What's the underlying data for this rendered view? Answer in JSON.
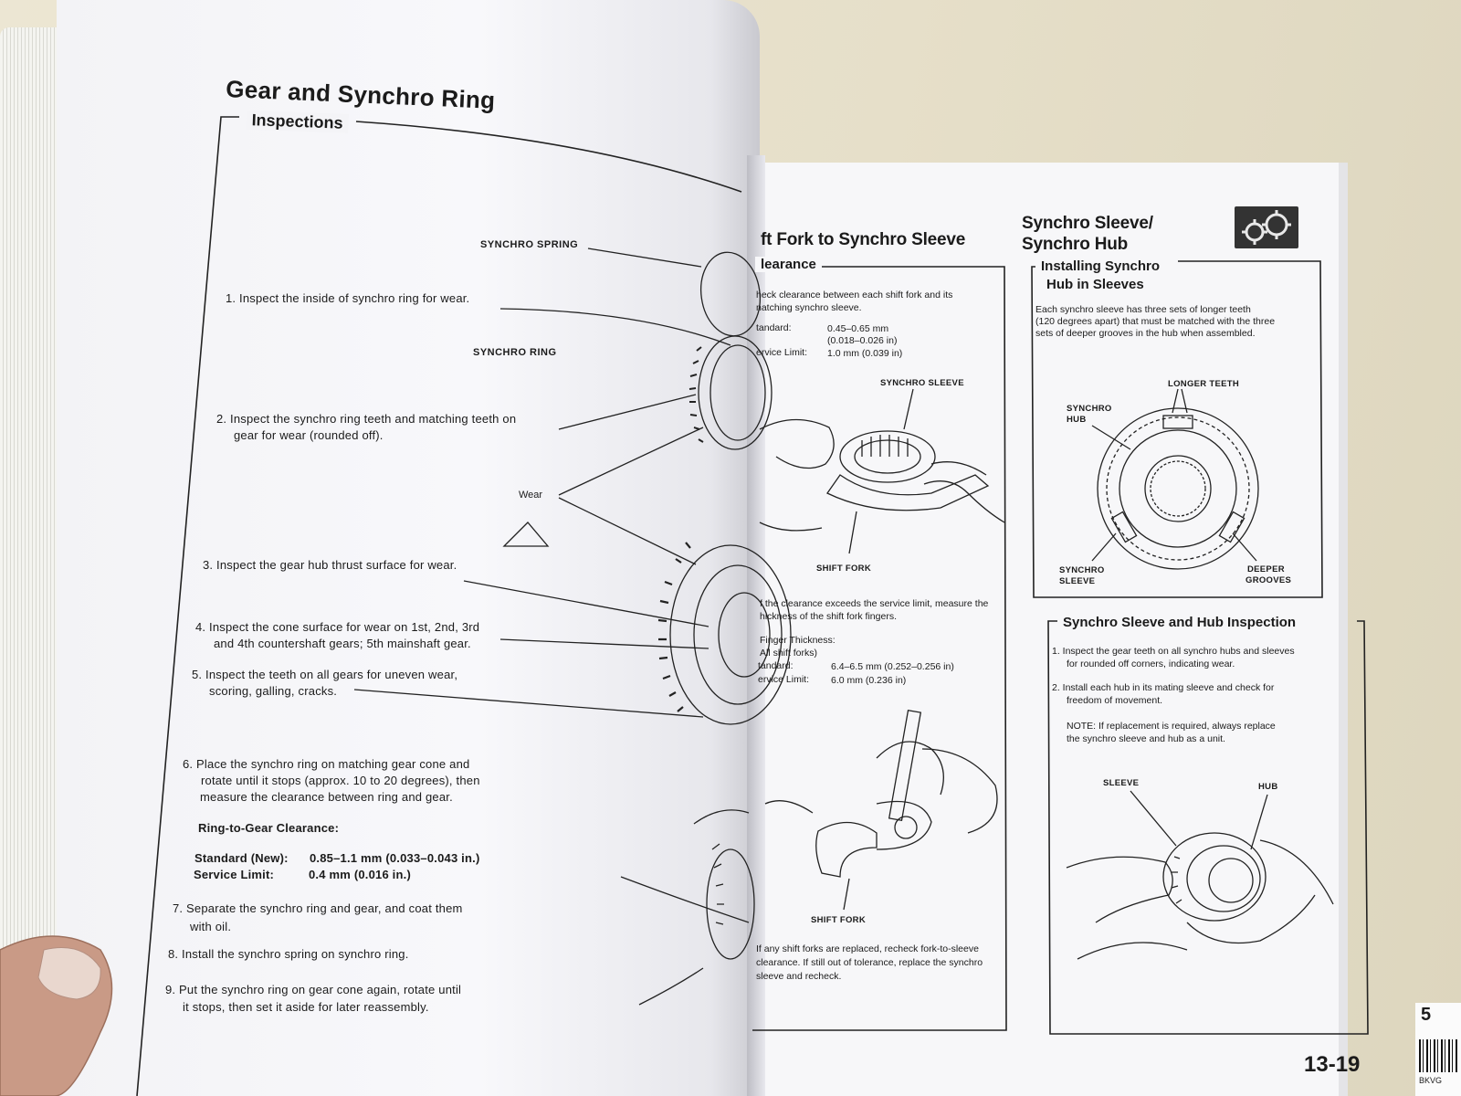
{
  "left_page": {
    "title": "Gear and Synchro Ring",
    "section": "Inspections",
    "labels": {
      "synchro_spring": "SYNCHRO SPRING",
      "synchro_ring": "SYNCHRO RING",
      "wear": "Wear"
    },
    "steps": [
      "1. Inspect the inside of synchro ring for wear.",
      "2. Inspect the synchro ring teeth and matching teeth on",
      "gear for wear (rounded off).",
      "3. Inspect the gear hub thrust surface for wear.",
      "4. Inspect the cone surface for wear on 1st, 2nd, 3rd",
      "and 4th countershaft gears; 5th mainshaft gear.",
      "5. Inspect the teeth on all gears for uneven wear,",
      "scoring, galling, cracks.",
      "6. Place the synchro ring on matching gear cone and",
      "rotate until it stops (approx. 10 to 20 degrees), then",
      "measure the clearance between ring and gear.",
      "7. Separate the synchro ring and gear, and coat them",
      "with oil.",
      "8. Install the synchro spring on synchro ring.",
      "9. Put the synchro ring on gear cone again, rotate until",
      "it stops, then set it aside for later reassembly."
    ],
    "clearance_heading": "Ring-to-Gear Clearance:",
    "standard_label": "Standard (New):",
    "standard_value": "0.85–1.1 mm (0.033–0.043 in.)",
    "service_label": "Service Limit:",
    "service_value": "0.4 mm (0.016 in.)"
  },
  "middle_column": {
    "title": "ft Fork to Synchro Sleeve",
    "subtitle": "learance",
    "intro": [
      "heck clearance between each shift fork and its",
      "natching synchro sleeve."
    ],
    "standard_label": "tandard:",
    "standard_value": "0.45–0.65 mm",
    "standard_value_in": "(0.018–0.026 in)",
    "service_label": "ervice Limit:",
    "service_value": "1.0 mm (0.039 in)",
    "fig_labels": {
      "synchro_sleeve": "SYNCHRO SLEEVE",
      "shift_fork": "SHIFT FORK",
      "shift_fork2": "SHIFT FORK"
    },
    "para2": [
      "f the clearance exceeds the service limit, measure the",
      "hickness of the shift fork fingers."
    ],
    "finger_heading": "Finger Thickness:",
    "finger_sub": "All shift forks)",
    "finger_std_label": "tandard:",
    "finger_std_value": "6.4–6.5 mm (0.252–0.256 in)",
    "finger_svc_label": "ervice Limit:",
    "finger_svc_value": "6.0 mm (0.236 in)",
    "para3": [
      "If any shift forks are replaced, recheck fork-to-sleeve",
      "clearance. If still out of tolerance, replace the synchro",
      "sleeve and recheck."
    ]
  },
  "right_column": {
    "title_line1": "Synchro Sleeve/",
    "title_line2": "Synchro Hub",
    "sub1_line1": "Installing Synchro",
    "sub1_line2": "Hub in Sleeves",
    "intro": [
      "Each synchro sleeve has three sets of longer teeth",
      "(120 degrees apart) that must be matched with the three",
      "sets of deeper grooves in the hub when assembled."
    ],
    "fig_labels": {
      "longer_teeth": "LONGER TEETH",
      "synchro_hub": [
        "SYNCHRO",
        "HUB"
      ],
      "synchro_sleeve": [
        "SYNCHRO",
        "SLEEVE"
      ],
      "deeper_grooves": [
        "DEEPER",
        "GROOVES"
      ]
    },
    "sub2": "Synchro Sleeve and Hub Inspection",
    "items": [
      "1. Inspect the gear teeth on all synchro hubs and sleeves",
      "for rounded off corners, indicating wear.",
      "2. Install each hub in its mating sleeve and check for",
      "freedom of movement."
    ],
    "note": [
      "NOTE:  If replacement is required, always replace",
      "the synchro sleeve and hub as a unit."
    ],
    "fig2_labels": {
      "sleeve": "SLEEVE",
      "hub": "HUB"
    },
    "page_number": "13-19"
  },
  "edge": {
    "number": "5",
    "code": "BKVG"
  },
  "colors": {
    "ink": "#1b1b1b",
    "paper": "#f7f7f9",
    "table": "#e9e3cf"
  }
}
